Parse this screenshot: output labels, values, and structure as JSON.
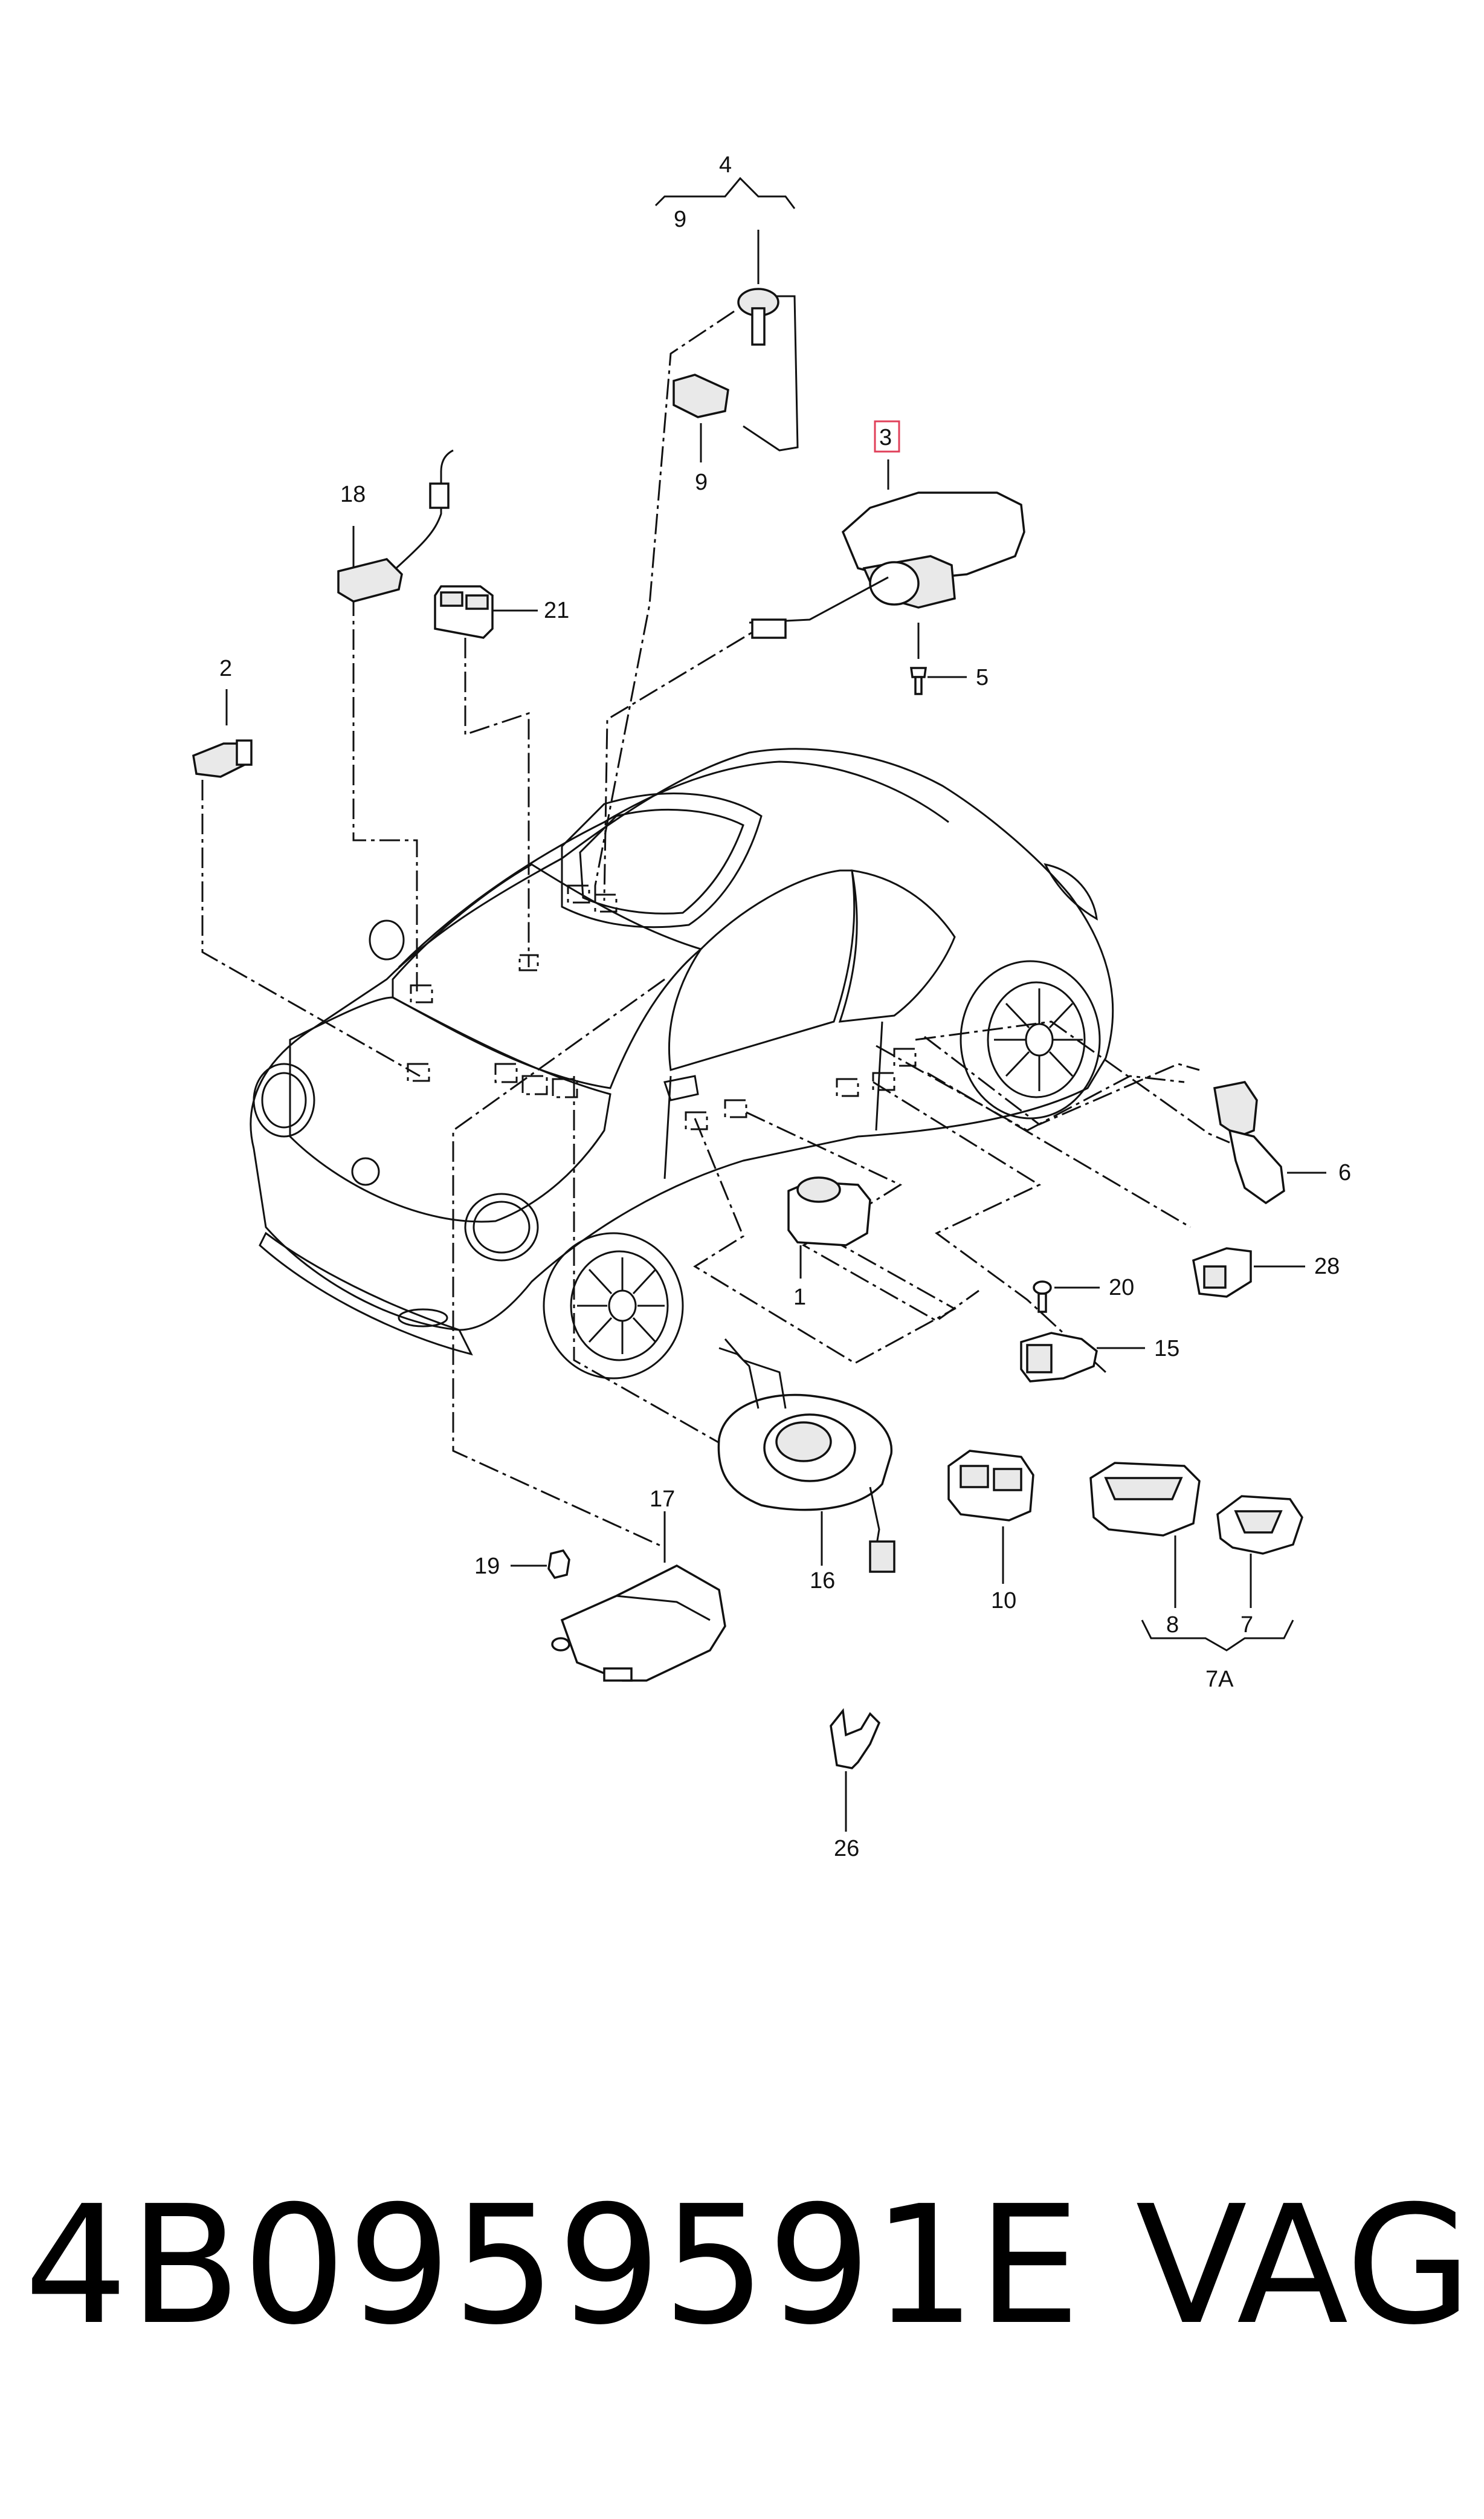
{
  "callouts": {
    "c4": "4",
    "c9a": "9",
    "c9b": "9",
    "c3": "3",
    "c18": "18",
    "c21": "21",
    "c5": "5",
    "c2": "2",
    "c6": "6",
    "c1": "1",
    "c28": "28",
    "c20": "20",
    "c15": "15",
    "c17": "17",
    "c19": "19",
    "c16": "16",
    "c10": "10",
    "c8": "8",
    "c7": "7",
    "c7a": "7A",
    "c26": "26"
  },
  "highlight_color": "#e0405a",
  "footer": {
    "part_number": "4B0959591E",
    "brand": "VAG"
  }
}
